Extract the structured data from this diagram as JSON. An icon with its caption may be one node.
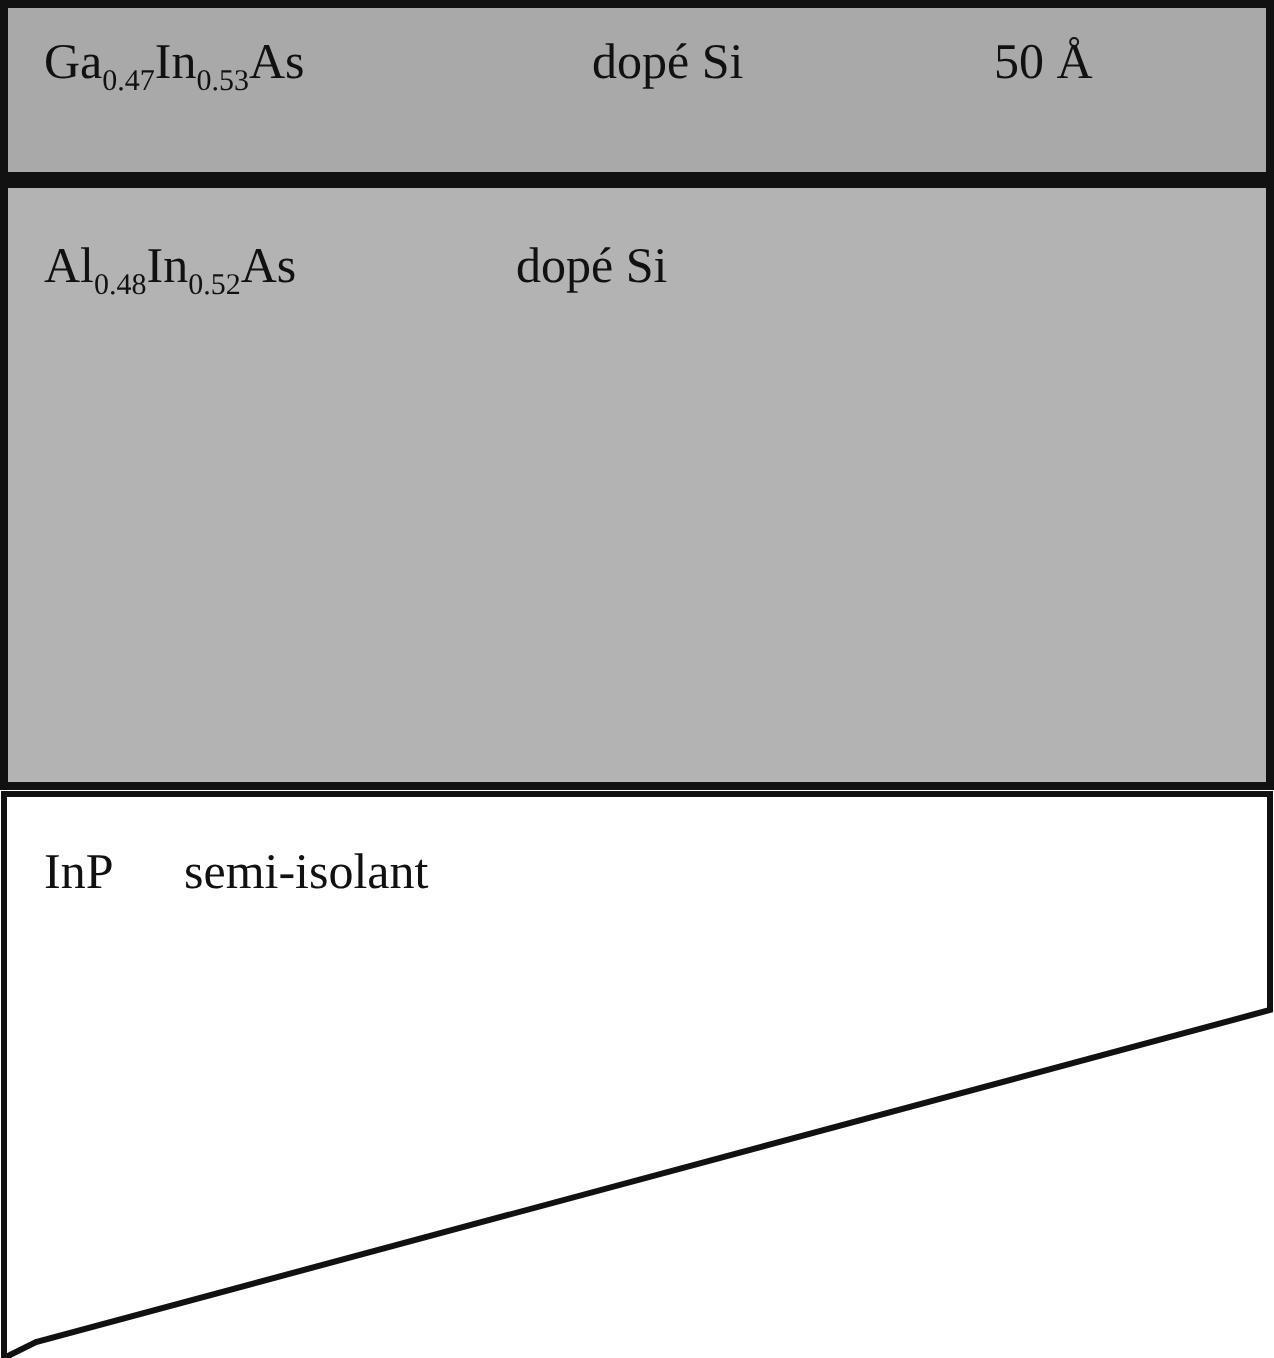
{
  "diagram": {
    "nodes": [
      {
        "text": [
          "Ga$_{0.47}$In$_{0.53}$As",
          "dopé Si",
          "50 Å"
        ]
      },
      {
        "text": [
          "Al$_{0.48}$In$_{0.52}$As",
          "dopé Si"
        ]
      },
      {
        "text": [
          "InP",
          "semi-isolant"
        ]
      }
    ]
  }
}
